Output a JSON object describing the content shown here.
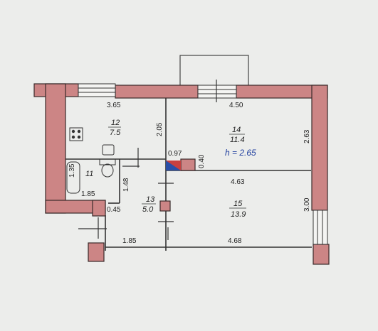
{
  "ceiling_height": "h = 2.65",
  "rooms": [
    {
      "number": "12",
      "area": "7.5"
    },
    {
      "number": "14",
      "area": "11.4"
    },
    {
      "number": "11",
      "area": ""
    },
    {
      "number": "13",
      "area": "5.0"
    },
    {
      "number": "15",
      "area": "13.9"
    }
  ],
  "dimensions": {
    "kitchen_top_width": "3.65",
    "room14_top_width": "4.50",
    "kitchen_side": "2.05",
    "room14_side": "2.63",
    "door_width": "0.97",
    "partition": "0.40",
    "bath_height": "1.35",
    "bath_width": "1.85",
    "toilet_height": "1.48",
    "small_wall": "0.45",
    "room15_top_width": "4.63",
    "room15_side": "3.00",
    "bottom_left_width": "1.85",
    "bottom_right_width": "4.68"
  },
  "colors": {
    "wall": "#cc8585",
    "wall_stroke": "#3a2a2a",
    "line": "#333333",
    "flue_blue": "#2a4fa8",
    "flue_red": "#c84040"
  }
}
